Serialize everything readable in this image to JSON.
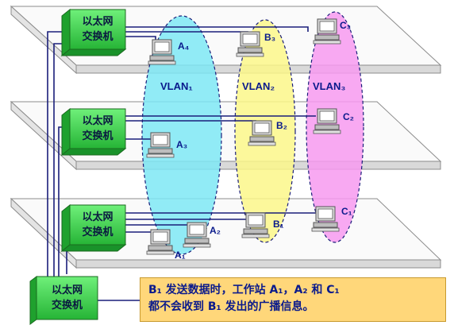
{
  "switch_label_line1": "以太网",
  "switch_label_line2": "交换机",
  "vlans": [
    {
      "id": "vlan1",
      "label": "VLAN₁",
      "color": "#7ee7f5"
    },
    {
      "id": "vlan2",
      "label": "VLAN₂",
      "color": "#fbf78a"
    },
    {
      "id": "vlan3",
      "label": "VLAN₃",
      "color": "#f79af0"
    }
  ],
  "stations": {
    "A1": "A₁",
    "A2": "A₂",
    "A3": "A₃",
    "A4": "A₄",
    "B1": "B₁",
    "B2": "B₂",
    "B3": "B₃",
    "C1": "C₁",
    "C2": "C₂",
    "C3": "C₃"
  },
  "note": {
    "line1": "B₁ 发送数据时，工作站 A₁，A₂ 和 C₁",
    "line2": "都不会收到 B₁ 发出的广播信息。"
  },
  "colors": {
    "switch_green": "#3fd24c",
    "wire": "#1a1e7a",
    "note_bg": "#ffd77a"
  }
}
